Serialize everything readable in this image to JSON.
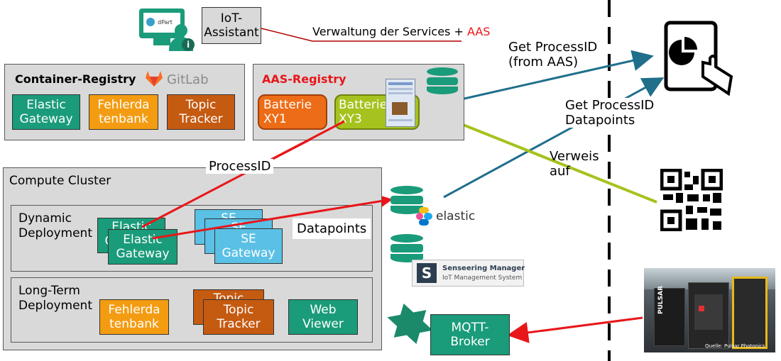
{
  "top": {
    "iot_assistant": "IoT-\nAssistant",
    "dpart_label": "dPart",
    "verwaltung_text": "Verwaltung der Services + ",
    "verwaltung_aas": "AAS"
  },
  "container_registry": {
    "title": "Container-Registry",
    "gitlab": "GitLab",
    "boxes": [
      "Elastic\nGateway",
      "Fehlerda\ntenbank",
      "Topic\nTracker"
    ]
  },
  "aas_registry": {
    "title": "AAS-Registry",
    "boxes": [
      "Batterie\nXY1",
      "Batterie\nXY3"
    ]
  },
  "compute": {
    "title": "Compute Cluster",
    "dynamic": "Dynamic\nDeployment",
    "longterm": "Long-Term\nDeployment",
    "elastic_back": "Elastic\nGateway",
    "elastic_front": "Elastic\nGateway",
    "se_back1": "SE",
    "se_back2": "SE",
    "se_front": "SE\nGateway",
    "fehler": "Fehlerda\ntenbank",
    "topic_back": "Topic",
    "topic_front": "Topic\nTracker",
    "web": "Web\nViewer"
  },
  "labels": {
    "processid": "ProcessID",
    "datapoints": "Datapoints",
    "get_processid_aas": "Get ProcessID\n(from AAS)",
    "get_processid_dp": "Get ProcessID\nDatapoints",
    "verweis": "Verweis\nauf",
    "elastic": "elastic",
    "senseering_title": "Senseering Manager",
    "senseering_sub": "IoT Management System",
    "mqtt": "MQTT-\nBroker",
    "photo_source": "Quelle: Pulsar Photonics",
    "pulsar": "PULSAR"
  },
  "colors": {
    "teal": "#1a9b7a",
    "orange": "#f39c12",
    "rust": "#c55a11",
    "sky": "#5bc0e5",
    "lime": "#a6c21e",
    "red_arrow": "#e8161a",
    "blue_line": "#1f6f8b"
  }
}
